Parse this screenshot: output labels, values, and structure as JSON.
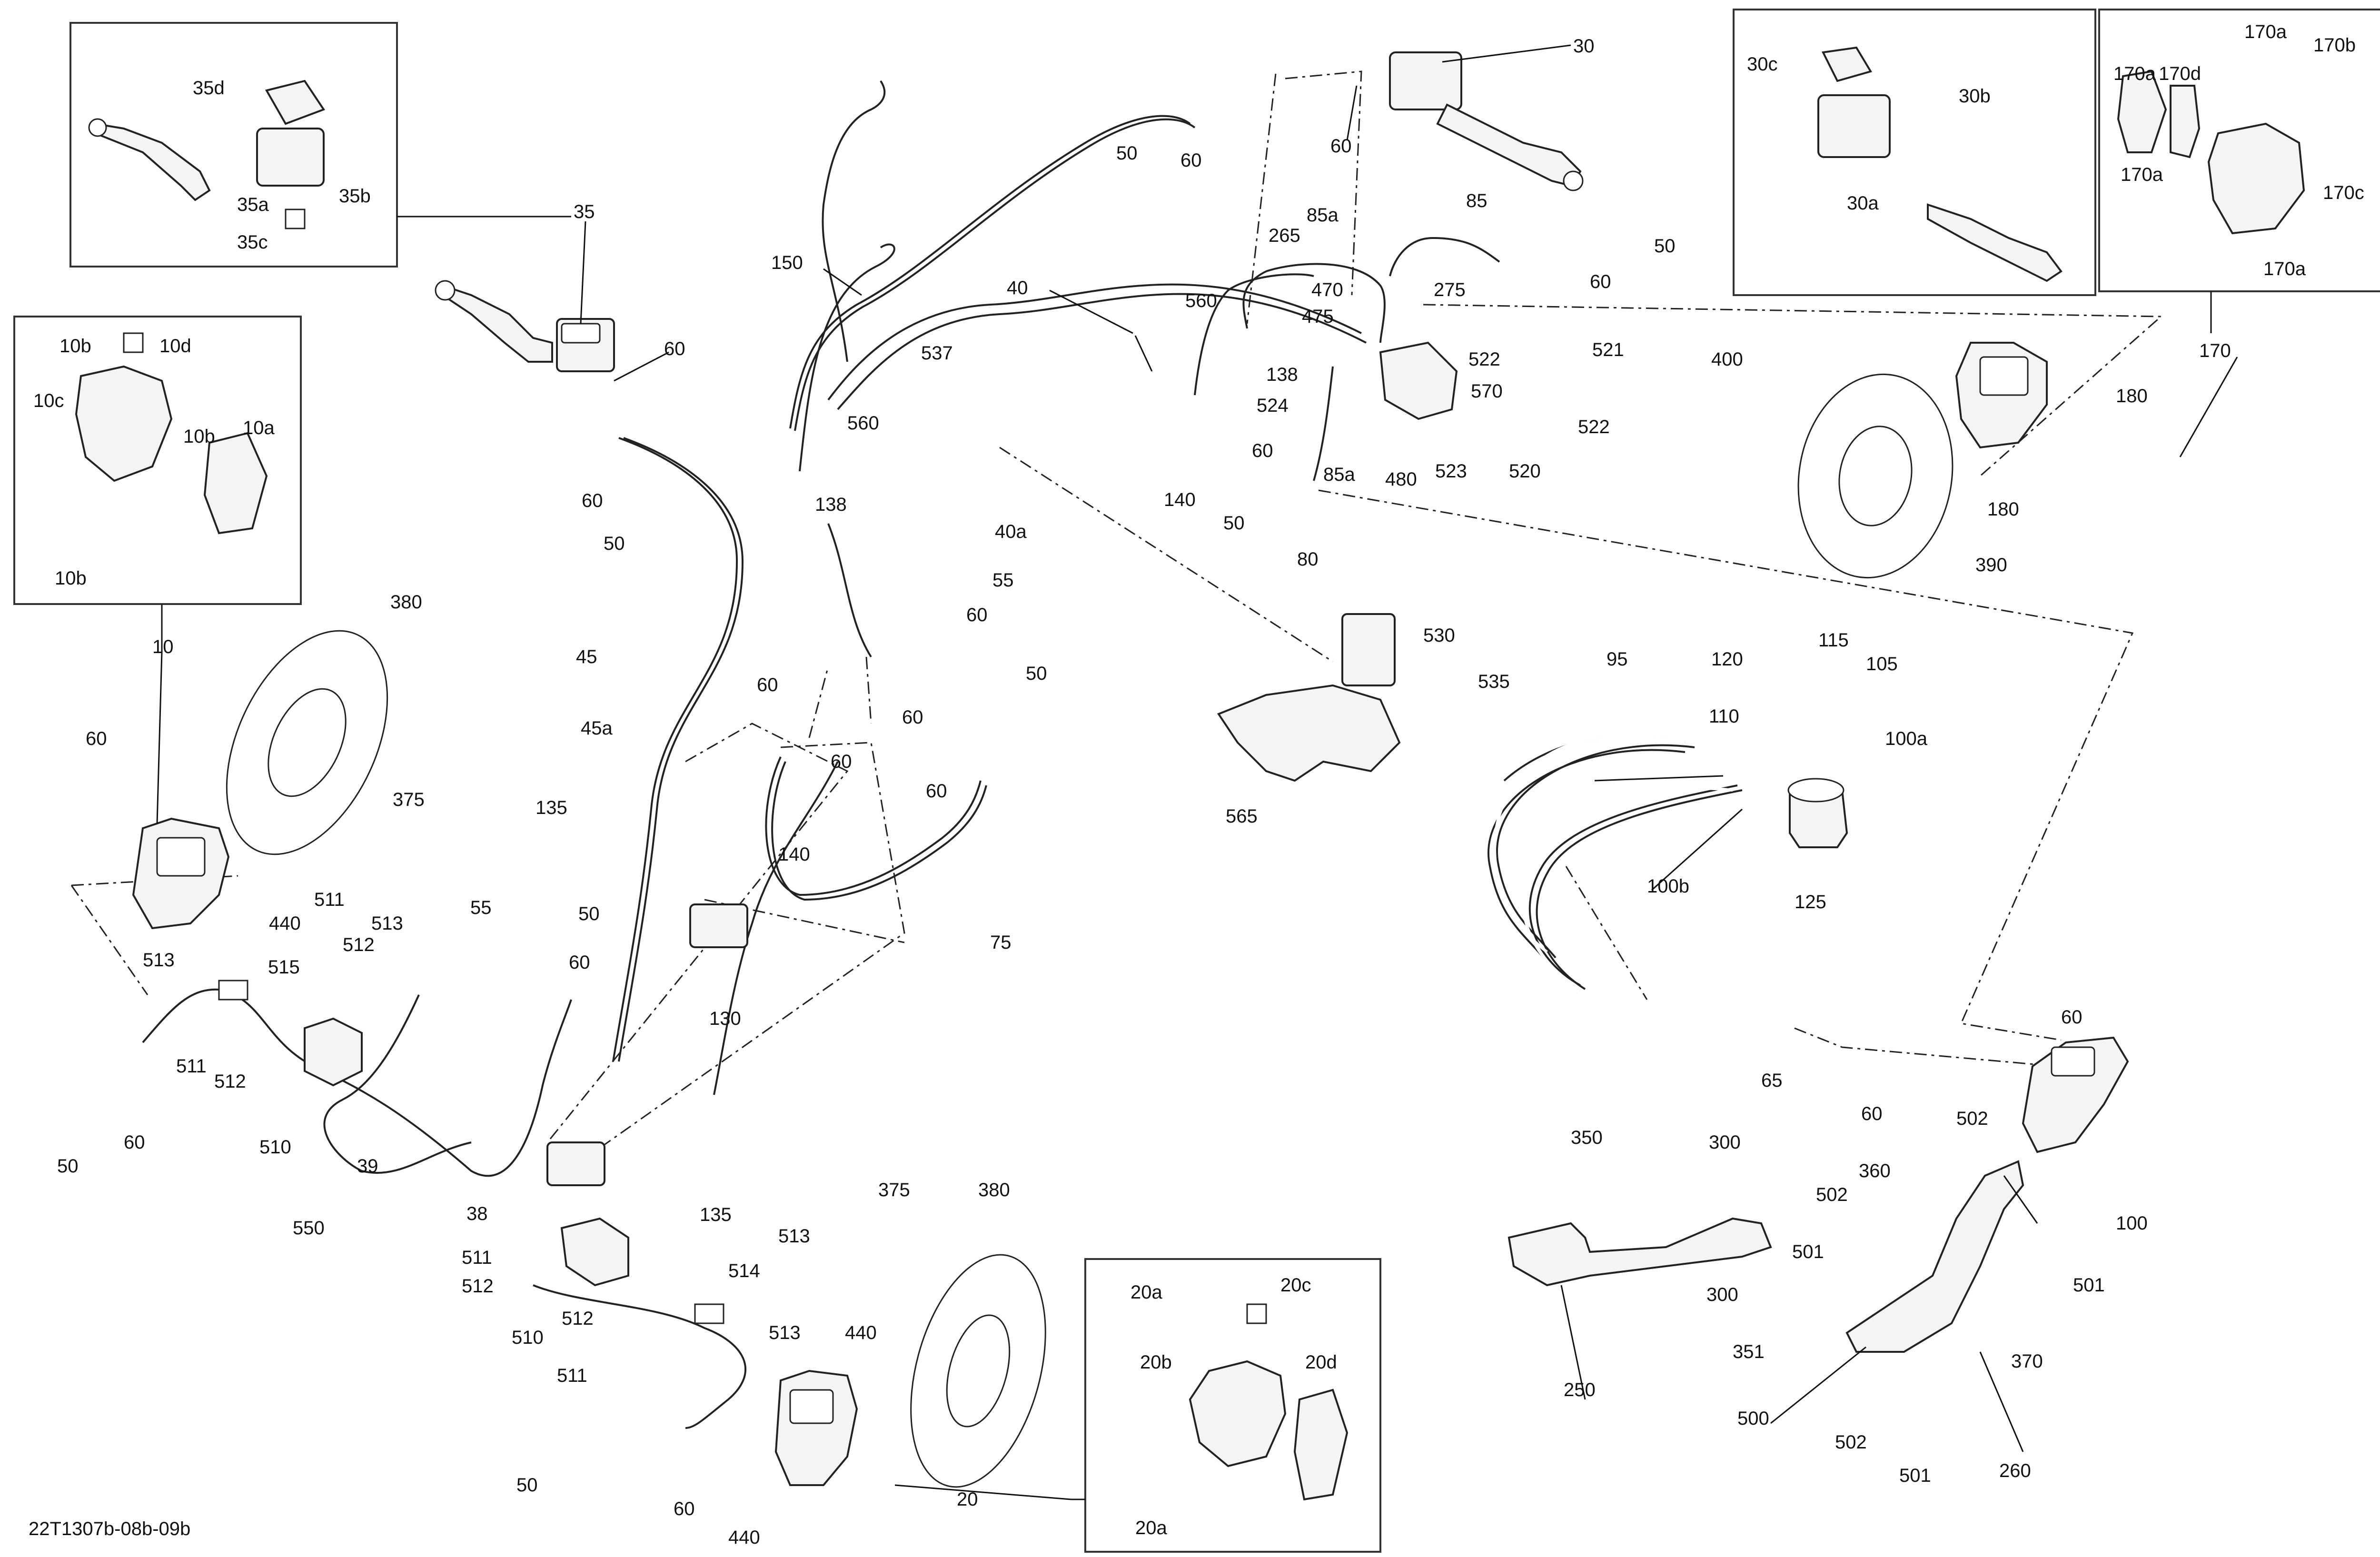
{
  "diagram_code": "22T1307b-08b-09b",
  "callouts": {
    "c30": "30",
    "c30a": "30a",
    "c30b": "30b",
    "c30c": "30c",
    "c35": "35",
    "c35a": "35a",
    "c35b": "35b",
    "c35c": "35c",
    "c35d": "35d",
    "c10": "10",
    "c10a": "10a",
    "c10b_1": "10b",
    "c10b_2": "10b",
    "c10b_3": "10b",
    "c10c": "10c",
    "c10d": "10d",
    "c170": "170",
    "c170a_1": "170a",
    "c170a_2": "170a",
    "c170a_3": "170a",
    "c170b": "170b",
    "c170c": "170c",
    "c170d": "170d",
    "c20": "20",
    "c20a_1": "20a",
    "c20a_2": "20a",
    "c20b": "20b",
    "c20c": "20c",
    "c20d": "20d",
    "c40": "40",
    "c40a": "40a",
    "c45": "45",
    "c45a": "45a",
    "c150": "150",
    "c50_1": "50",
    "c50_2": "50",
    "c50_3": "50",
    "c50_4": "50",
    "c50_5": "50",
    "c50_6": "50",
    "c50_7": "50",
    "c50_8": "50",
    "c60_1": "60",
    "c60_2": "60",
    "c60_3": "60",
    "c60_4": "60",
    "c60_5": "60",
    "c60_6": "60",
    "c60_7": "60",
    "c60_8": "60",
    "c60_9": "60",
    "c60_10": "60",
    "c60_11": "60",
    "c60_12": "60",
    "c60_13": "60",
    "c60_14": "60",
    "c60_15": "60",
    "c55_1": "55",
    "c55_2": "55",
    "c537": "537",
    "c560_1": "560",
    "c560_2": "560",
    "c138_1": "138",
    "c138_2": "138",
    "c265": "265",
    "c85": "85",
    "c85a_1": "85a",
    "c85a_2": "85a",
    "c470": "470",
    "c475": "475",
    "c275": "275",
    "c521": "521",
    "c522_1": "522",
    "c522_2": "522",
    "c524": "524",
    "c570": "570",
    "c523": "523",
    "c520": "520",
    "c480": "480",
    "c140_1": "140",
    "c140_2": "140",
    "c80": "80",
    "c400": "400",
    "c180_1": "180",
    "c180_2": "180",
    "c390": "390",
    "c530": "530",
    "c535": "535",
    "c565": "565",
    "c95": "95",
    "c120": "120",
    "c115": "115",
    "c105": "105",
    "c110": "110",
    "c100a": "100a",
    "c100b": "100b",
    "c125": "125",
    "c380_1": "380",
    "c380_2": "380",
    "c375_1": "375",
    "c375_2": "375",
    "c440_1": "440",
    "c440_2": "440",
    "c440_3": "440",
    "c511_1": "511",
    "c511_2": "511",
    "c511_3": "511",
    "c511_4": "511",
    "c512_1": "512",
    "c512_2": "512",
    "c512_3": "512",
    "c512_4": "512",
    "c513_1": "513",
    "c513_2": "513",
    "c513_3": "513",
    "c513_4": "513",
    "c515": "515",
    "c510_1": "510",
    "c510_2": "510",
    "c514": "514",
    "c550": "550",
    "c39": "39",
    "c38": "38",
    "c135_1": "135",
    "c135_2": "135",
    "c130": "130",
    "c75": "75",
    "c65": "65",
    "c100": "100",
    "c502_1": "502",
    "c502_2": "502",
    "c502_3": "502",
    "c501_1": "501",
    "c501_2": "501",
    "c501_3": "501",
    "c360": "360",
    "c350": "350",
    "c300_1": "300",
    "c300_2": "300",
    "c351": "351",
    "c370": "370",
    "c250": "250",
    "c500": "500",
    "c260": "260"
  }
}
